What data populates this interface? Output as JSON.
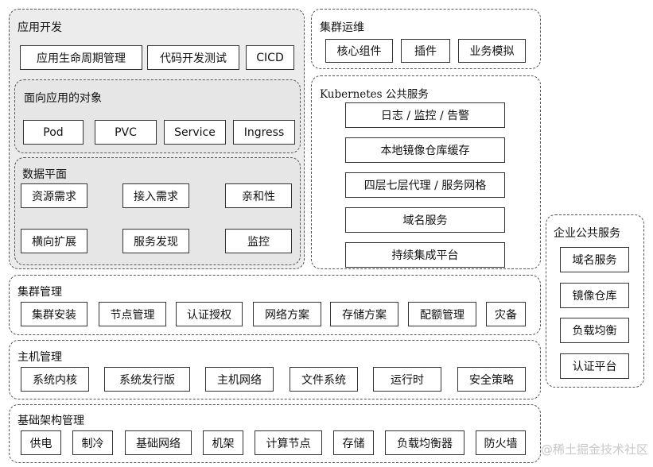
{
  "app_dev": {
    "title": "应用开发",
    "top": [
      "应用生命周期管理",
      "代码开发测试",
      "CICD"
    ],
    "objects": {
      "title": "面向应用的对象",
      "items": [
        "Pod",
        "PVC",
        "Service",
        "Ingress"
      ]
    },
    "data_plane": {
      "title": "数据平面",
      "items": [
        "资源需求",
        "接入需求",
        "亲和性",
        "横向扩展",
        "服务发现",
        "监控"
      ]
    }
  },
  "cluster_ops": {
    "title": "集群运维",
    "items": [
      "核心组件",
      "插件",
      "业务模拟"
    ]
  },
  "k8s_public": {
    "title": "Kubernetes 公共服务",
    "items": [
      "日志 / 监控 / 告警",
      "本地镜像仓库缓存",
      "四层七层代理 / 服务网格",
      "域名服务",
      "持续集成平台"
    ]
  },
  "enterprise": {
    "title": "企业公共服务",
    "items": [
      "域名服务",
      "镜像仓库",
      "负载均衡",
      "认证平台"
    ]
  },
  "cluster_mgmt": {
    "title": "集群管理",
    "items": [
      "集群安装",
      "节点管理",
      "认证授权",
      "网络方案",
      "存储方案",
      "配额管理",
      "灾备"
    ]
  },
  "host_mgmt": {
    "title": "主机管理",
    "items": [
      "系统内核",
      "系统发行版",
      "主机网络",
      "文件系统",
      "运行时",
      "安全策略"
    ]
  },
  "infra_mgmt": {
    "title": "基础架构管理",
    "items": [
      "供电",
      "制冷",
      "基础网络",
      "机架",
      "计算节点",
      "存储",
      "负载均衡器",
      "防火墙"
    ]
  },
  "watermark": "@稀土掘金技术社区"
}
